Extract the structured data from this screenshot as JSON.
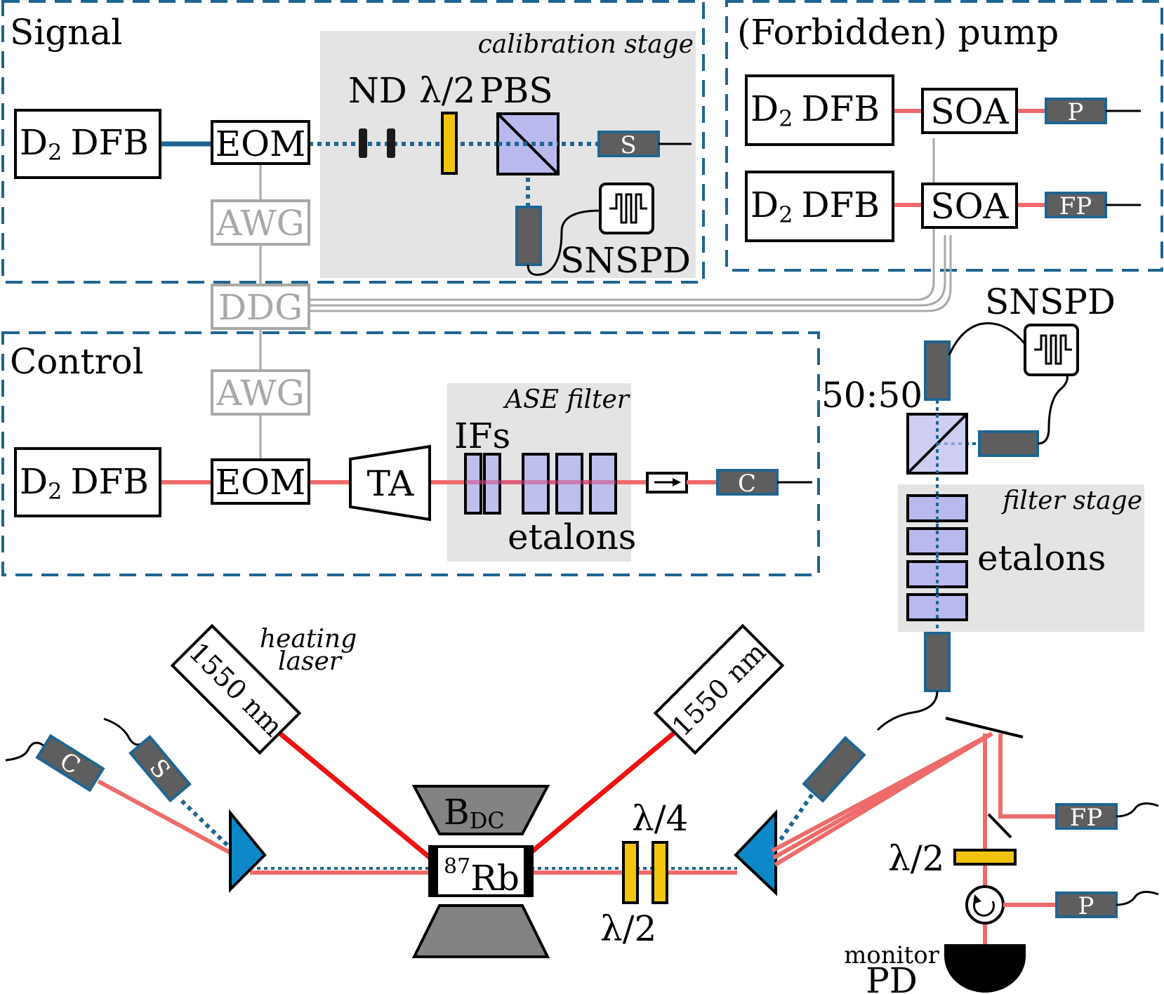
{
  "sections": {
    "signal": "Signal",
    "pump": "(Forbidden)  pump",
    "control": "Control"
  },
  "stages": {
    "calibration": "calibration stage",
    "ase_filter": "ASE filter",
    "filter": "filter stage"
  },
  "devices": {
    "d2dfb_main": "D",
    "d2dfb_sub": "2",
    "d2dfb_rest": "DFB",
    "eom": "EOM",
    "awg": "AWG",
    "ddg": "DDG",
    "soa": "SOA",
    "ta": "TA",
    "snspd": "SNSPD"
  },
  "optics": {
    "nd": "ND",
    "half_wave": "λ/2",
    "quarter_wave": "λ/4",
    "pbs": "PBS",
    "ifs": "IFs",
    "etalons": "etalons",
    "splitter": "50:50",
    "isolator_arrow": "➞",
    "circulator": "↻"
  },
  "couplers": {
    "signal": "S",
    "control": "C",
    "pump": "P",
    "forbidden_pump": "FP"
  },
  "heating": {
    "label_line1": "heating",
    "label_line2": "laser",
    "wavelength": "1550 nm"
  },
  "cell": {
    "b_main": "B",
    "b_sub": "DC",
    "rb_sup": "87",
    "rb": "Rb"
  },
  "monitor": {
    "line1": "monitor",
    "line2": "PD"
  },
  "colors": {
    "signal_beam": "#1f6591",
    "control_beam": "#ef6b6b",
    "heating_beam": "#ee1313",
    "frame_dash": "#1f6591",
    "waveplate": "#f1c40f",
    "optic": "#b9b9ee",
    "prism": "#0c88c8",
    "electronics": "#a8a8a8"
  }
}
